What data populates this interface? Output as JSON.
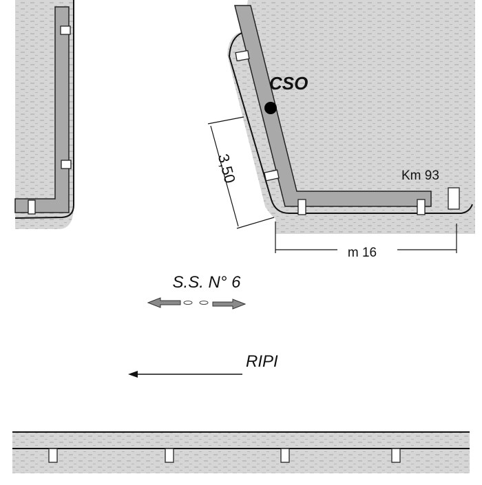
{
  "labels": {
    "site": "CSO",
    "width_dimension": "3,50",
    "km_marker": "Km 93",
    "length_dimension": "m 16",
    "road": "S.S. N° 6",
    "direction": "RIPI"
  },
  "colors": {
    "block_fill": "#d6d6d6",
    "strip_fill": "#a9a9a9",
    "line": "#111111",
    "post_fill": "#ffffff",
    "site_marker": "#000000"
  }
}
